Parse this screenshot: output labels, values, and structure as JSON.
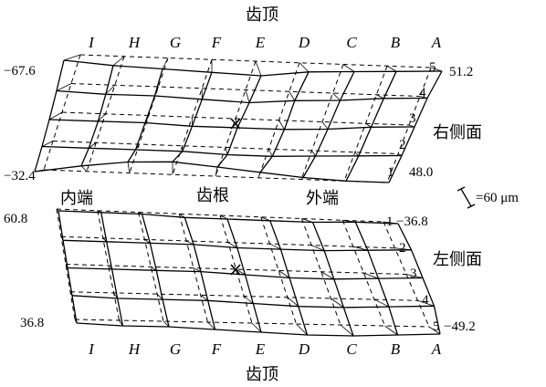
{
  "titles": {
    "top": "齿顶",
    "bottom": "齿顶"
  },
  "columns": [
    "I",
    "H",
    "G",
    "F",
    "E",
    "D",
    "C",
    "B",
    "A"
  ],
  "sections": [
    "1",
    "2",
    "3",
    "4",
    "5"
  ],
  "middle_labels": {
    "inner": "内端",
    "root": "齿根",
    "outer": "外端"
  },
  "right_flank": {
    "label": "右侧面",
    "corner_values": {
      "top_left": "−67.6",
      "top_right": "51.2",
      "bottom_left": "−32.4",
      "bottom_right": "48.0"
    }
  },
  "left_flank": {
    "label": "左侧面",
    "corner_values": {
      "top_left": "60.8",
      "top_right": "−36.8",
      "bottom_left": "36.8",
      "bottom_right": "−49.2"
    }
  },
  "scale": {
    "label": "=60 μm"
  }
}
